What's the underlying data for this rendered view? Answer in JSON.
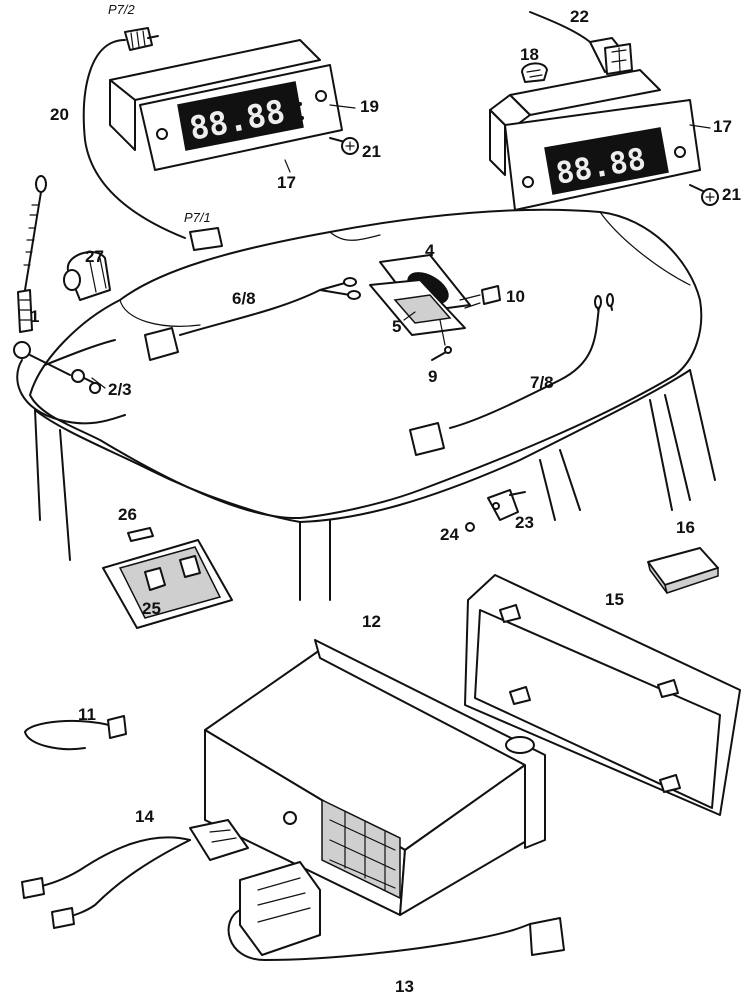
{
  "callouts": {
    "c1": "1",
    "c2_3": "2/3",
    "c4": "4",
    "c5": "5",
    "c6_8": "6/8",
    "c7_8": "7/8",
    "c9": "9",
    "c10": "10",
    "c11": "11",
    "c12": "12",
    "c13": "13",
    "c14": "14",
    "c15": "15",
    "c16": "16",
    "c17a": "17",
    "c17b": "17",
    "c18": "18",
    "c19": "19",
    "c20": "20",
    "c21a": "21",
    "c21b": "21",
    "c22": "22",
    "c23": "23",
    "c24": "24",
    "c25": "25",
    "c26": "26",
    "c27": "27"
  },
  "connectors": {
    "p7_2": "P7/2",
    "p7_1": "P7/1"
  },
  "displays": {
    "left_digits": "88.88",
    "right_digits": "88.88"
  },
  "colors": {
    "line": "#111111",
    "background": "#ffffff",
    "shade": "#cfcfcf"
  }
}
